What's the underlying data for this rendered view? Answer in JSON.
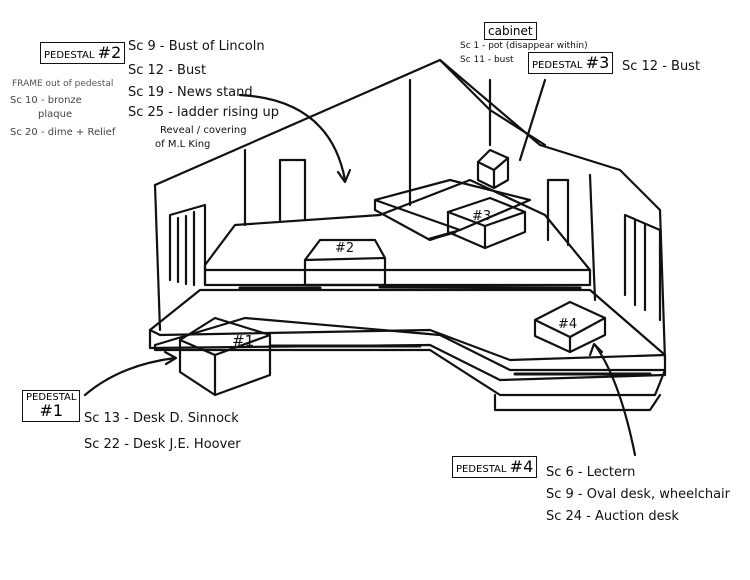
{
  "pedestals": {
    "p1": {
      "label": "PEDESTAL",
      "number": "#1",
      "scenes": [
        "Sc 13 - Desk D. Sinnock",
        "Sc 22 - Desk J.E. Hoover"
      ]
    },
    "p2": {
      "label": "PEDESTAL",
      "number": "#2",
      "scenes": [
        "Sc 9 - Bust of Lincoln",
        "Sc 12 - Bust",
        "Sc 19 - News stand",
        "Sc 25 - ladder rising up"
      ],
      "extra": [
        "Reveal / covering",
        "of M.L King"
      ]
    },
    "p3": {
      "label": "PEDESTAL",
      "number": "#3",
      "scenes": [
        "Sc 12 - Bust"
      ]
    },
    "p4": {
      "label": "PEDESTAL",
      "number": "#4",
      "scenes": [
        "Sc 6 - Lectern",
        "Sc 9 - Oval desk, wheelchair",
        "Sc 24 - Auction desk"
      ]
    }
  },
  "cabinet": {
    "label": "cabinet",
    "lines": [
      "Sc 1 - pot (disappear within)",
      "Sc 11 - bust"
    ]
  },
  "frame_note": {
    "title": "FRAME out of pedestal",
    "lines": [
      "Sc 10 - bronze",
      "plaque",
      "Sc 20 - dime + Relief"
    ]
  },
  "block_labels": [
    "#1",
    "#2",
    "#3",
    "#4"
  ]
}
